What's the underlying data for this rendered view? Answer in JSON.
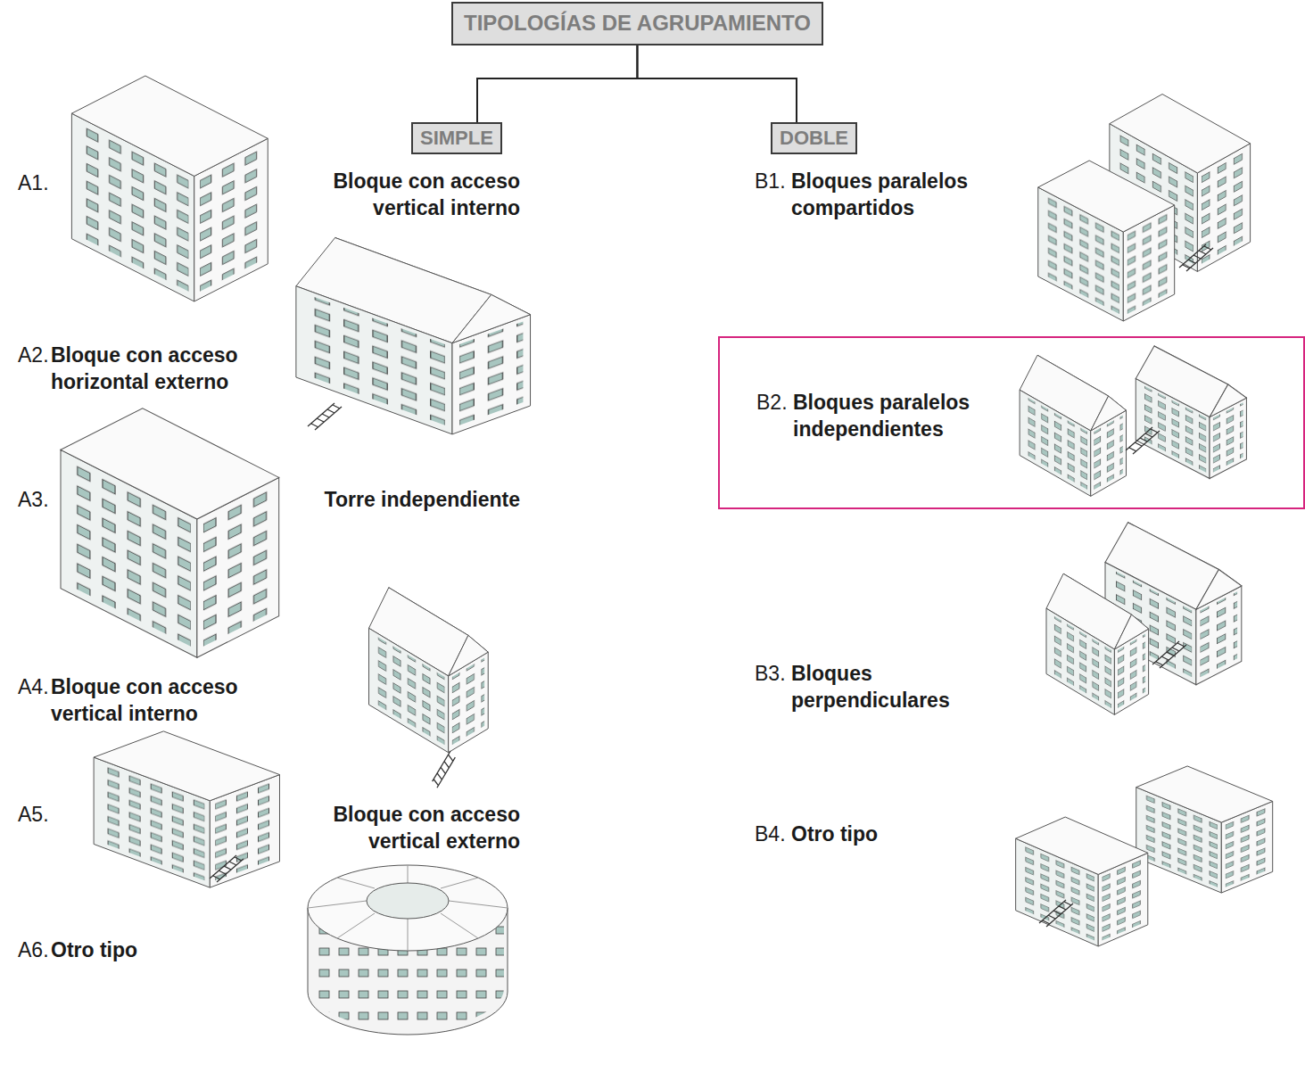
{
  "diagram": {
    "nodes": [
      {
        "text": [
          "TIPOLOGÍAS DE AGRUPAMIENTO"
        ]
      },
      {
        "text": [
          "SIMPLE"
        ]
      },
      {
        "text": [
          "DOBLE"
        ]
      },
      {
        "text": [
          "B2.",
          "Bloques paralelos independientes"
        ]
      }
    ],
    "edges": [
      {
        "from": 0,
        "to": 1,
        "arrow": "none"
      },
      {
        "from": 0,
        "to": 2,
        "arrow": "none"
      }
    ],
    "labels": [
      "A1.",
      "Bloque con acceso vertical interno",
      "A2.",
      "Bloque con acceso horizontal externo",
      "A3.",
      "Torre independiente",
      "A4.",
      "Bloque con acceso vertical interno",
      "A5.",
      "Bloque con acceso vertical externo",
      "A6.",
      "Otro tipo",
      "B1.",
      "Bloques paralelos compartidos",
      "B3.",
      "Bloques perpendiculares",
      "B4.",
      "Otro tipo"
    ]
  }
}
